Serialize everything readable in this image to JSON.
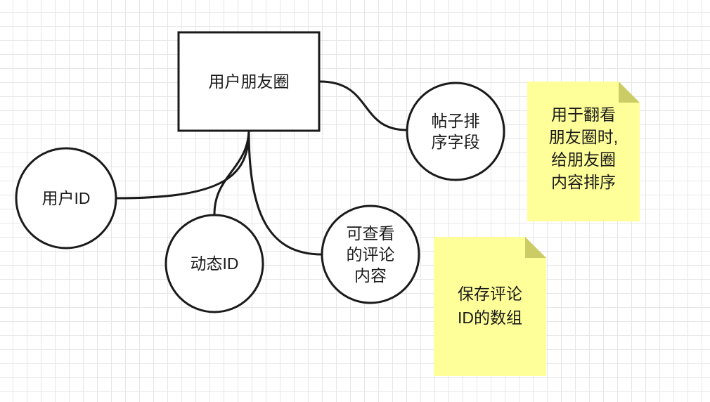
{
  "diagram": {
    "entity": {
      "label": "用户朋友圈"
    },
    "attributes": {
      "user_id": {
        "label": "用户ID"
      },
      "post_id": {
        "label": "动态ID"
      },
      "visible_comments": {
        "lines": [
          "可查看",
          "的评论",
          "内容"
        ]
      },
      "sort_field": {
        "lines": [
          "帖子排",
          "序字段"
        ]
      }
    },
    "notes": {
      "sort_note": {
        "lines": [
          "用于翻看",
          "朋友圈时,",
          "给朋友圈",
          "内容排序"
        ]
      },
      "comment_note": {
        "lines": [
          "保存评论",
          "ID的数组"
        ]
      }
    },
    "colors": {
      "note_fill": "#ffff99",
      "note_fold": "#cccc66",
      "stroke": "#1a1a1a",
      "grid": "#e6e6e6"
    }
  }
}
